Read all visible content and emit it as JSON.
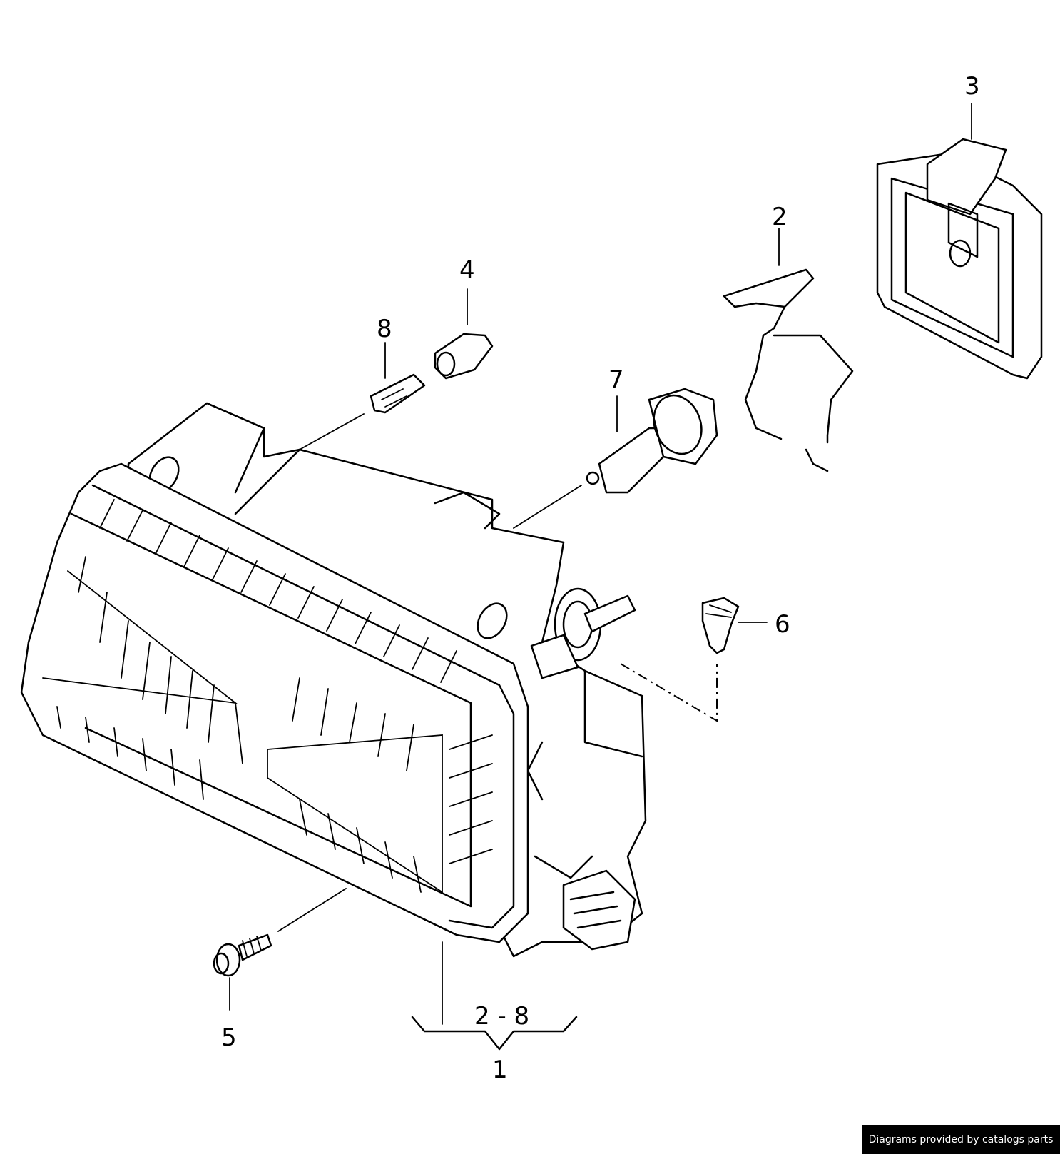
{
  "callouts": {
    "part1": "1",
    "part2": "2",
    "part3": "3",
    "part4": "4",
    "part5": "5",
    "part6": "6",
    "part7": "7",
    "part8": "8",
    "range": "2 - 8"
  },
  "credit": "Diagrams provided by catalogs parts"
}
